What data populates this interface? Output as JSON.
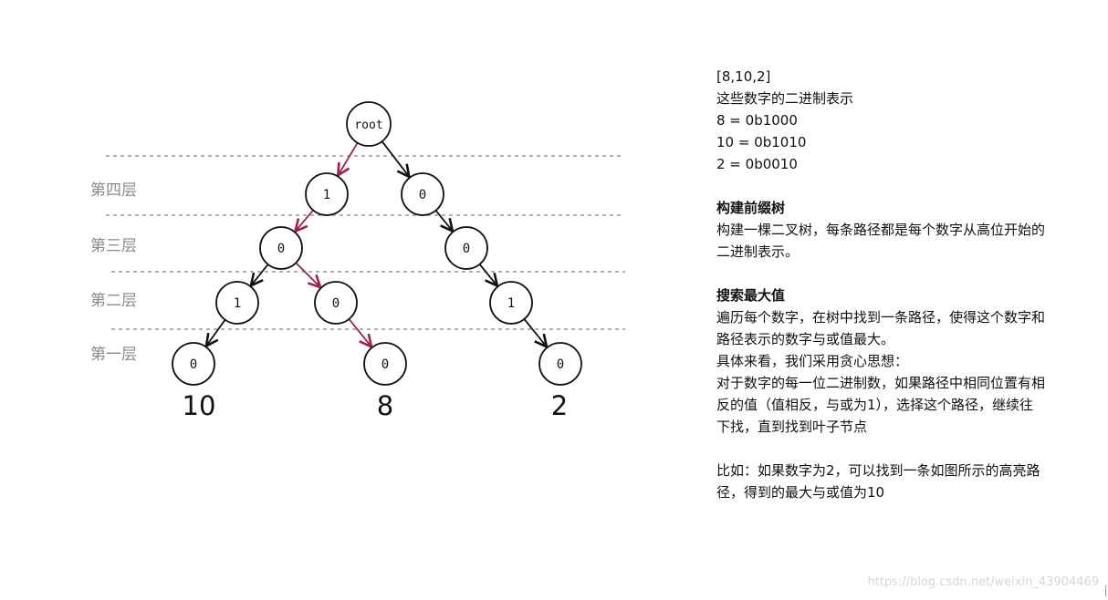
{
  "diagram": {
    "level_labels": [
      "第四层",
      "第三层",
      "第二层",
      "第一层"
    ],
    "nodes": [
      {
        "id": "root",
        "label": "root"
      },
      {
        "id": "n4a",
        "label": "1"
      },
      {
        "id": "n4b",
        "label": "0"
      },
      {
        "id": "n3a",
        "label": "0"
      },
      {
        "id": "n3b",
        "label": "0"
      },
      {
        "id": "n2a",
        "label": "1"
      },
      {
        "id": "n2b",
        "label": "0"
      },
      {
        "id": "n2c",
        "label": "1"
      },
      {
        "id": "n1a",
        "label": "0"
      },
      {
        "id": "n1b",
        "label": "0"
      },
      {
        "id": "n1c",
        "label": "0"
      }
    ],
    "edges": [
      {
        "from": "root",
        "to": "n4a",
        "highlight": true
      },
      {
        "from": "root",
        "to": "n4b",
        "highlight": false
      },
      {
        "from": "n4a",
        "to": "n3a",
        "highlight": true
      },
      {
        "from": "n4b",
        "to": "n3b",
        "highlight": false
      },
      {
        "from": "n3a",
        "to": "n2a",
        "highlight": false
      },
      {
        "from": "n3a",
        "to": "n2b",
        "highlight": true
      },
      {
        "from": "n3b",
        "to": "n2c",
        "highlight": false
      },
      {
        "from": "n2a",
        "to": "n1a",
        "highlight": false
      },
      {
        "from": "n2b",
        "to": "n1b",
        "highlight": true
      },
      {
        "from": "n2c",
        "to": "n1c",
        "highlight": false
      }
    ],
    "leaf_values": [
      "10",
      "8",
      "2"
    ],
    "colors": {
      "highlight": "#a3204a",
      "normal": "#111111",
      "dotted": "#a8a8a8",
      "level_label": "#8a8a8a"
    }
  },
  "notes": {
    "array": "[8,10,2]",
    "binary_intro": "这些数字的二进制表示",
    "bin_8": "8 = 0b1000",
    "bin_10": "10 = 0b1010",
    "bin_2": "2 = 0b0010",
    "section1_title": "构建前缀树",
    "section1_text": "构建一棵二叉树，每条路径都是每个数字从高位开始的二进制表示。",
    "section2_title": "搜索最大值",
    "section2_text1": "遍历每个数字，在树中找到一条路径，使得这个数字和路径表示的数字与或值最大。",
    "section2_text2": "具体来看，我们采用贪心思想：",
    "section2_text3": "对于数字的每一位二进制数，如果路径中相同位置有相反的值（值相反，与或为1），选择这个路径，继续往下找，直到找到叶子节点",
    "example": "比如：如果数字为2，可以找到一条如图所示的高亮路径，得到的最大与或值为10"
  },
  "watermark": "https://blog.csdn.net/weixin_43904469"
}
